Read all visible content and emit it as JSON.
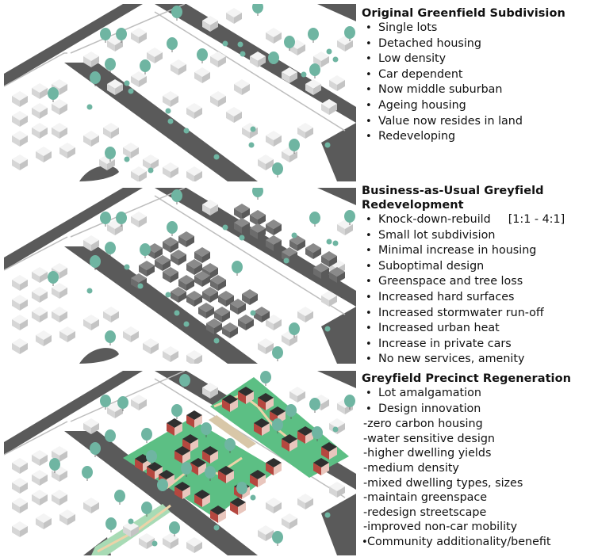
{
  "colors": {
    "road": "#5a5a5a",
    "road_edge": "#bdbdbd",
    "building_light": "#e2e2e2",
    "building_dark": "#7a7a7a",
    "tree": "#6fb5a2",
    "greenspace": "#5cbf84",
    "path": "#ecd3a8",
    "brick": "#b5473f",
    "roof": "#333333"
  },
  "panels": [
    {
      "title": "Original Greenfield Subdivision",
      "illustration": "isometric-suburb-greenfield",
      "items": [
        {
          "type": "bullet",
          "text": "Single lots"
        },
        {
          "type": "bullet",
          "text": "Detached housing"
        },
        {
          "type": "bullet",
          "text": "Low density"
        },
        {
          "type": "bullet",
          "text": "Car dependent"
        },
        {
          "type": "bullet",
          "text": "Now middle suburban"
        },
        {
          "type": "bullet",
          "text": "Ageing housing"
        },
        {
          "type": "bullet",
          "text": "Value now resides in land"
        },
        {
          "type": "bullet",
          "text": "Redeveloping"
        }
      ]
    },
    {
      "title_line1": "Business-as-Usual Greyfield",
      "title_line2": "Redevelopment",
      "illustration": "isometric-suburb-business-as-usual",
      "items": [
        {
          "type": "bullet",
          "text": "Knock-down-rebuild",
          "suffix": "[1:1 - 4:1]"
        },
        {
          "type": "bullet",
          "text": "Small lot subdivision"
        },
        {
          "type": "bullet",
          "text": "Minimal increase in housing"
        },
        {
          "type": "bullet",
          "text": "Suboptimal design"
        },
        {
          "type": "bullet",
          "text": "Greenspace and tree loss"
        },
        {
          "type": "bullet",
          "text": "Increased hard surfaces"
        },
        {
          "type": "bullet",
          "text": "Increased stormwater run-off"
        },
        {
          "type": "bullet",
          "text": "Increased urban heat"
        },
        {
          "type": "bullet",
          "text": "Increase in private cars"
        },
        {
          "type": "bullet",
          "text": "No new services, amenity"
        }
      ]
    },
    {
      "title": "Greyfield Precinct Regeneration",
      "illustration": "isometric-suburb-precinct-regeneration",
      "items": [
        {
          "type": "bullet",
          "text": "Lot amalgamation"
        },
        {
          "type": "bullet",
          "text": "Design innovation"
        },
        {
          "type": "dash",
          "text": "-zero carbon housing"
        },
        {
          "type": "dash",
          "text": "-water sensitive design"
        },
        {
          "type": "dash",
          "text": "-higher dwelling yields"
        },
        {
          "type": "dash",
          "text": "-medium density"
        },
        {
          "type": "dash",
          "text": "-mixed dwelling types, sizes"
        },
        {
          "type": "dash",
          "text": "-maintain greenspace"
        },
        {
          "type": "dash",
          "text": "-redesign streetscape"
        },
        {
          "type": "dash",
          "text": "-improved non-car mobility"
        },
        {
          "type": "tight-bullet",
          "text": "Community additionality/benefit"
        }
      ]
    }
  ]
}
